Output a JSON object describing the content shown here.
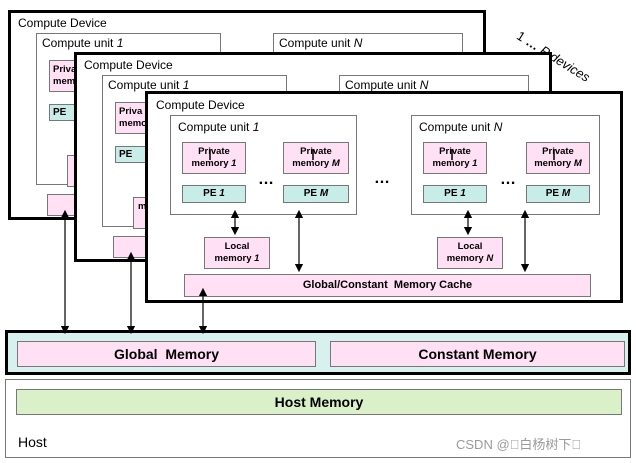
{
  "devices_label": {
    "prefix": "1",
    "dots": "…",
    "suffix": "P devices"
  },
  "device": {
    "title": "Compute Device",
    "cu1": {
      "name": "Compute unit ",
      "index": "1"
    },
    "cuN": {
      "name": "Compute unit ",
      "index": "N"
    },
    "private_memory_1": {
      "line1": "Private",
      "line2_text": "memory ",
      "line2_index": "1"
    },
    "private_memory_M": {
      "line1": "Private",
      "line2_text": "memory ",
      "line2_index": "M"
    },
    "pe_1": {
      "text": "PE ",
      "index": "1"
    },
    "pe_M": {
      "text": "PE ",
      "index": "M"
    },
    "local_memory_1": {
      "line1": "Local",
      "line2_text": "memory ",
      "line2_index": "1"
    },
    "local_memory_N": {
      "line1": "Local",
      "line2_text": "memory ",
      "line2_index": "N"
    },
    "ellipsis": "…",
    "cache": "Global/Constant  Memory Cache"
  },
  "back_fragments": {
    "private_fragment": "Priva\nmemo",
    "pe_fragment": "PE",
    "m_fragment": "m"
  },
  "global_memory": "Global  Memory",
  "constant_memory": "Constant Memory",
  "host_memory": "Host Memory",
  "host": "Host",
  "watermark": "CSDN @\u0000白杨树下\u0000"
}
